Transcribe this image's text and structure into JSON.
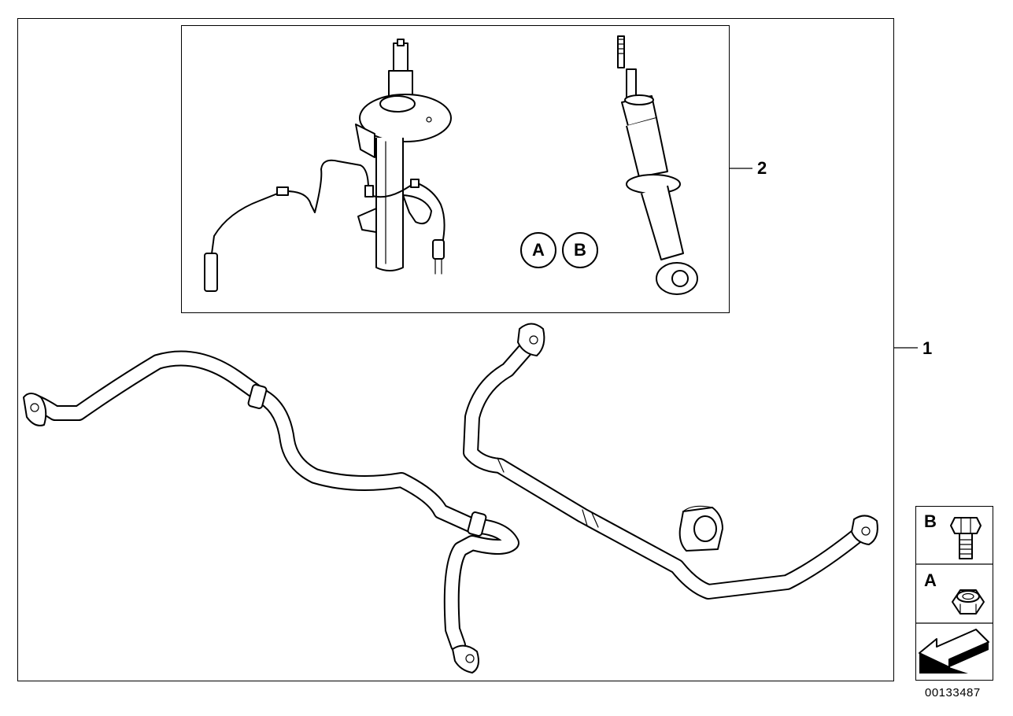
{
  "callouts": {
    "item_1": "1",
    "item_2": "2"
  },
  "hardware_labels": {
    "a": "A",
    "b": "B"
  },
  "legend": {
    "row_b_letter": "B",
    "row_b_icon": "hex-bolt-icon",
    "row_a_letter": "A",
    "row_a_icon": "hex-lock-nut-icon",
    "row_arrow_icon": "direction-arrow-icon"
  },
  "diagram_id": "00133487",
  "parts": {
    "front_strut": "front-shock-strut-with-wear-sensor-icon",
    "rear_shock": "rear-shock-absorber-icon",
    "front_stabilizer": "front-stabilizer-bar-icon",
    "rear_stabilizer": "rear-stabilizer-bar-icon",
    "rubber_mount": "stabilizer-rubber-mount-icon"
  }
}
